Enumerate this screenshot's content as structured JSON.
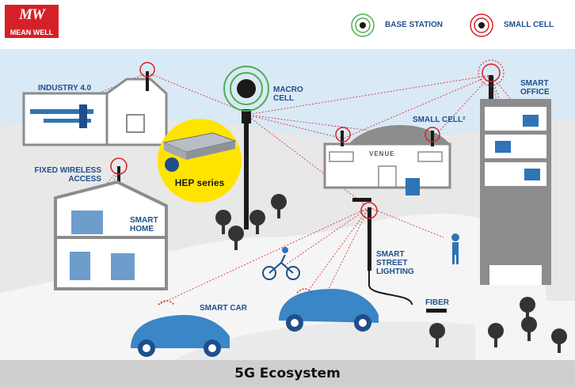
{
  "brand": {
    "logo_mark": "MW",
    "logo_text": "MEAN WELL"
  },
  "legend": {
    "base_station": "BASE STATION",
    "small_cell": "SMALL CELL"
  },
  "labels": {
    "industry": "INDUSTRY 4.0",
    "macro_cell_line1": "MACRO",
    "macro_cell_line2": "CELL",
    "small_cell_venue": "SMALL CELL²",
    "smart_office_line1": "SMART",
    "smart_office_line2": "OFFICE",
    "fixed_wireless_line1": "FIXED WIRELESS",
    "fixed_wireless_line2": "ACCESS",
    "smart_home_line1": "SMART",
    "smart_home_line2": "HOME",
    "smart_street_line1": "SMART",
    "smart_street_line2": "STREET",
    "smart_street_line3": "LIGHTING",
    "fiber": "FIBER",
    "smart_car": "SMART CAR",
    "venue_sign": "VENUE"
  },
  "product": {
    "name": "HEP series"
  },
  "footer": {
    "title": "5G Ecosystem"
  },
  "colors": {
    "sky": "#d9e9f5",
    "ground": "#e6e6e6",
    "road": "#f4f4f4",
    "building": "#8c8c8c",
    "accent_blue": "#1f4e8c",
    "signal_red": "#d62027",
    "base_station_green": "#4caf50",
    "highlight_yellow": "#ffe400"
  },
  "icons": [
    "base-station-icon",
    "small-cell-icon",
    "tree-icon",
    "person-icon",
    "car-icon",
    "bicycle-icon",
    "power-supply-icon"
  ]
}
